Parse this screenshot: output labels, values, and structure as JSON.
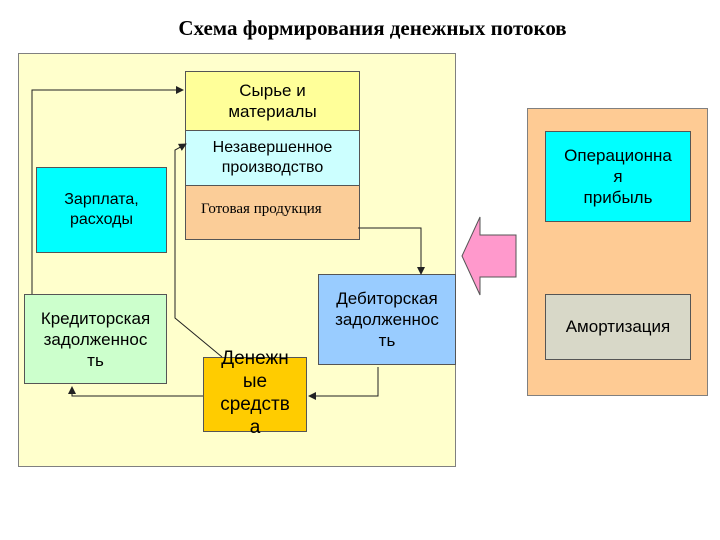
{
  "title": "Схема формирования денежных потоков",
  "boxes": {
    "raw_materials": "Сырье и\nматериалы",
    "work_in_progress": "Незавершенное\nпроизводство",
    "finished_goods": "Готовая продукция",
    "salary_expenses": "Зарплата,\nрасходы",
    "accounts_payable": "Кредиторская\nзадолженнос\nть",
    "accounts_receivable": "Дебиторская\nзадолженнос\nть",
    "cash": "Денежн\nые\nсредств\nа",
    "operating_profit": "Операционна\nя\nприбыль",
    "depreciation": "Амортизация"
  },
  "colors": {
    "left_panel": "#ffffcc",
    "right_panel": "#fecb94",
    "raw_materials": "#ffff99",
    "work_in_progress": "#ccffff",
    "finished_goods": "#fbcd98",
    "salary_expenses": "#00ffff",
    "accounts_payable": "#ccffcc",
    "accounts_receivable": "#99ccff",
    "cash": "#ffcc00",
    "operating_profit": "#00ffff",
    "depreciation": "#d8d8c8",
    "inflow_arrow": "#ff99cc"
  }
}
